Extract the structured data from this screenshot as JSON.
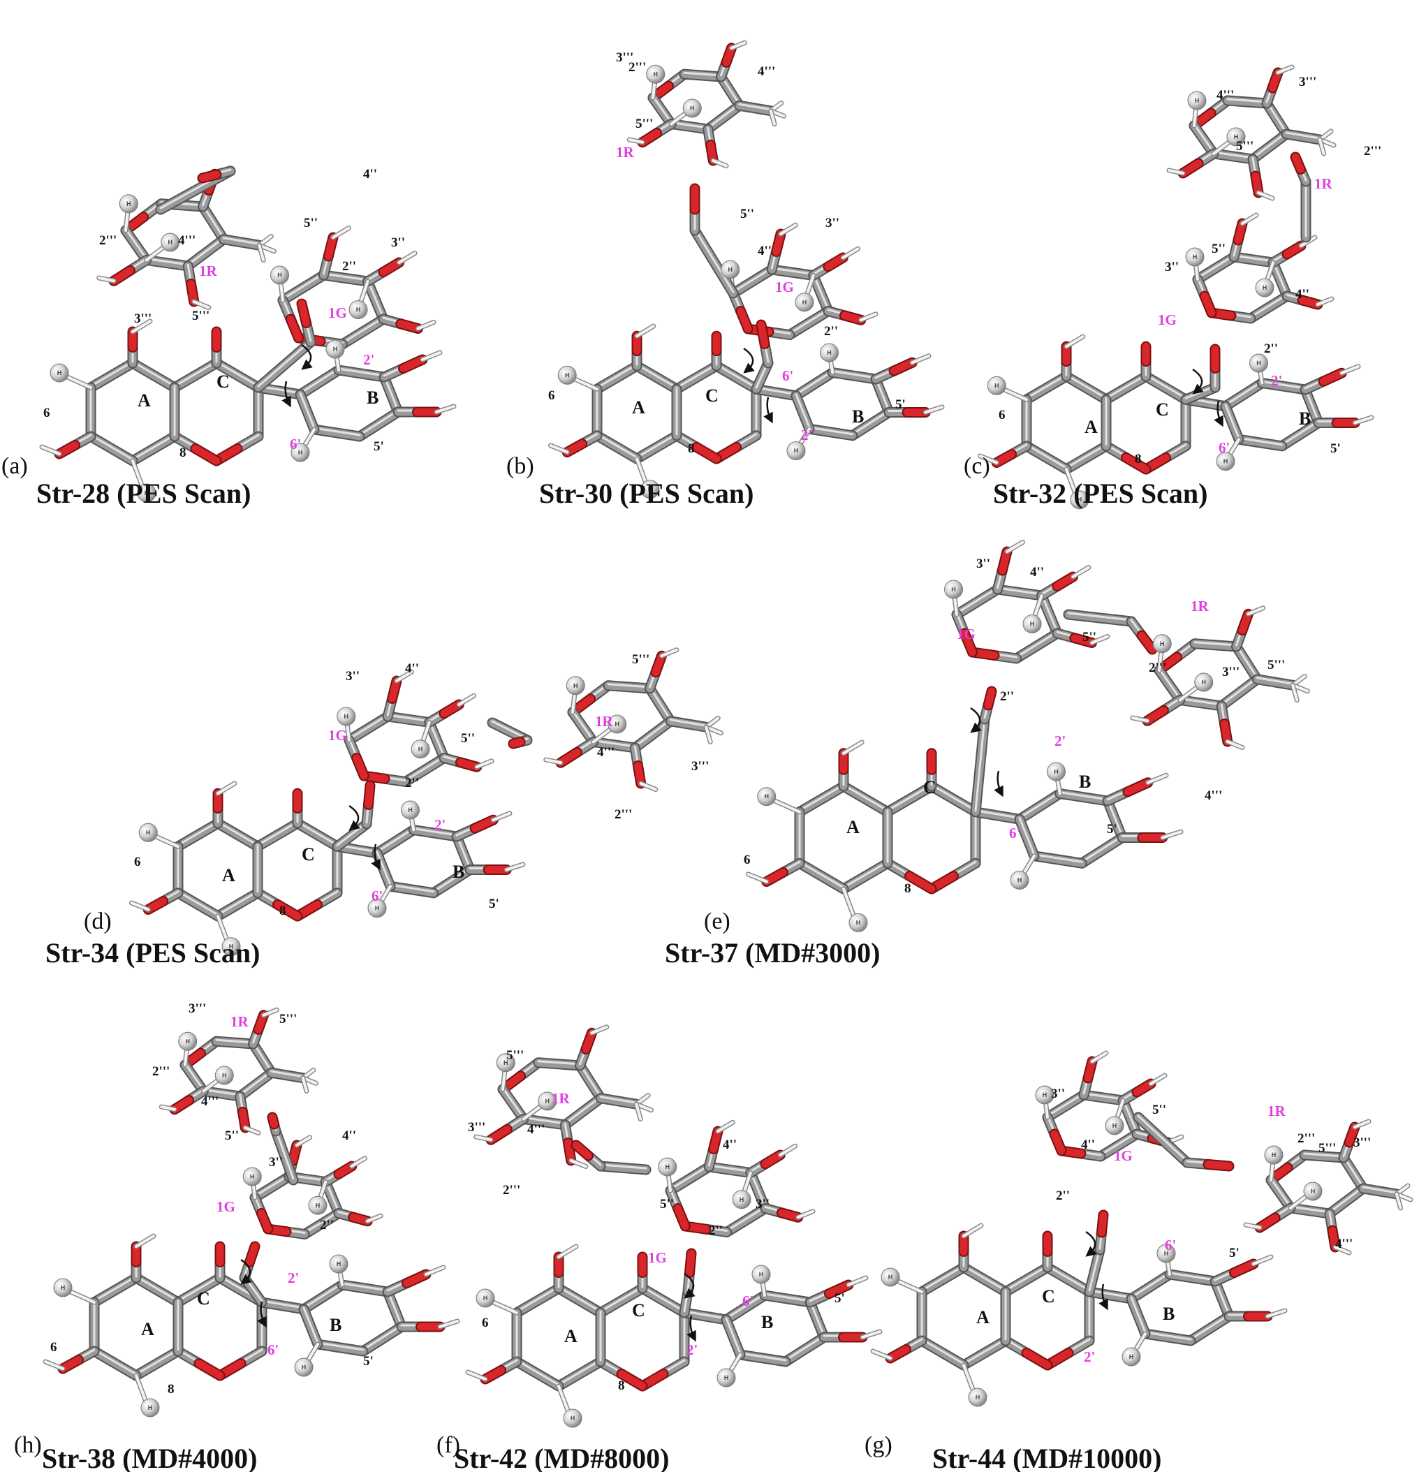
{
  "colors": {
    "label_highlight": "#e03fe0",
    "bond": "#9a9a9a",
    "oxygen": "#d8262b",
    "hydrogen": "#e9e9e9"
  },
  "panels": {
    "a": {
      "letter": "(a)",
      "title": "Str-28 (PES Scan)",
      "rings": [
        "A",
        "C",
        "B"
      ],
      "labels": [
        "6",
        "8",
        "2'",
        "6'",
        "5'",
        "1G",
        "1R",
        "2''",
        "3''",
        "4''",
        "5''",
        "2'''",
        "3'''",
        "4'''",
        "5'''"
      ]
    },
    "b": {
      "letter": "(b)",
      "title": "Str-30 (PES Scan)",
      "rings": [
        "A",
        "C",
        "B"
      ],
      "labels": [
        "6",
        "8",
        "6'",
        "2'",
        "5'",
        "1G",
        "2''",
        "3''",
        "4''",
        "5''",
        "1R",
        "2'''",
        "3'''",
        "4'''",
        "5'''"
      ]
    },
    "c": {
      "letter": "(c)",
      "title": "Str-32 (PES Scan)",
      "rings": [
        "A",
        "C",
        "B"
      ],
      "labels": [
        "6",
        "8",
        "2'",
        "6'",
        "5'",
        "1G",
        "2''",
        "3''",
        "4''",
        "5''",
        "1R",
        "2'''",
        "3'''",
        "4'''",
        "5'''"
      ]
    },
    "d": {
      "letter": "(d)",
      "title": "Str-34 (PES Scan)",
      "rings": [
        "A",
        "C",
        "B"
      ],
      "labels": [
        "6",
        "8",
        "2'",
        "6'",
        "5'",
        "1G",
        "2''",
        "3''",
        "4''",
        "5''",
        "1R",
        "2'''",
        "3'''",
        "4'''",
        "5'''"
      ]
    },
    "e": {
      "letter": "(e)",
      "title": "Str-37 (MD#3000)",
      "rings": [
        "A",
        "C",
        "B"
      ],
      "labels": [
        "6",
        "8",
        "2'",
        "6'",
        "5'",
        "1G",
        "2''",
        "3''",
        "4''",
        "5''",
        "1R",
        "2'''",
        "3'''",
        "4'''",
        "5'''"
      ]
    },
    "h": {
      "letter": "(h)",
      "title": "Str-38 (MD#4000)",
      "rings": [
        "A",
        "C",
        "B"
      ],
      "labels": [
        "6",
        "8",
        "2'",
        "6'",
        "5'",
        "1G",
        "2''",
        "3''",
        "4''",
        "5''",
        "1R",
        "2'''",
        "3'''",
        "4'''",
        "5'''"
      ]
    },
    "f": {
      "letter": "(f)",
      "title": "Str-42 (MD#8000)",
      "rings": [
        "A",
        "C",
        "B"
      ],
      "labels": [
        "6",
        "8",
        "6'",
        "2'",
        "5'",
        "1G",
        "2''",
        "3''",
        "4''",
        "5''",
        "1R",
        "2'''",
        "3'''",
        "4'''",
        "5'''"
      ]
    },
    "g": {
      "letter": "(g)",
      "title": "Str-44 (MD#10000)",
      "rings": [
        "A",
        "C",
        "B"
      ],
      "labels": [
        "2'",
        "6'",
        "5'",
        "1G",
        "2''",
        "3''",
        "4''",
        "5''",
        "1R",
        "2'''",
        "3'''",
        "4'''",
        "5'''"
      ]
    }
  }
}
